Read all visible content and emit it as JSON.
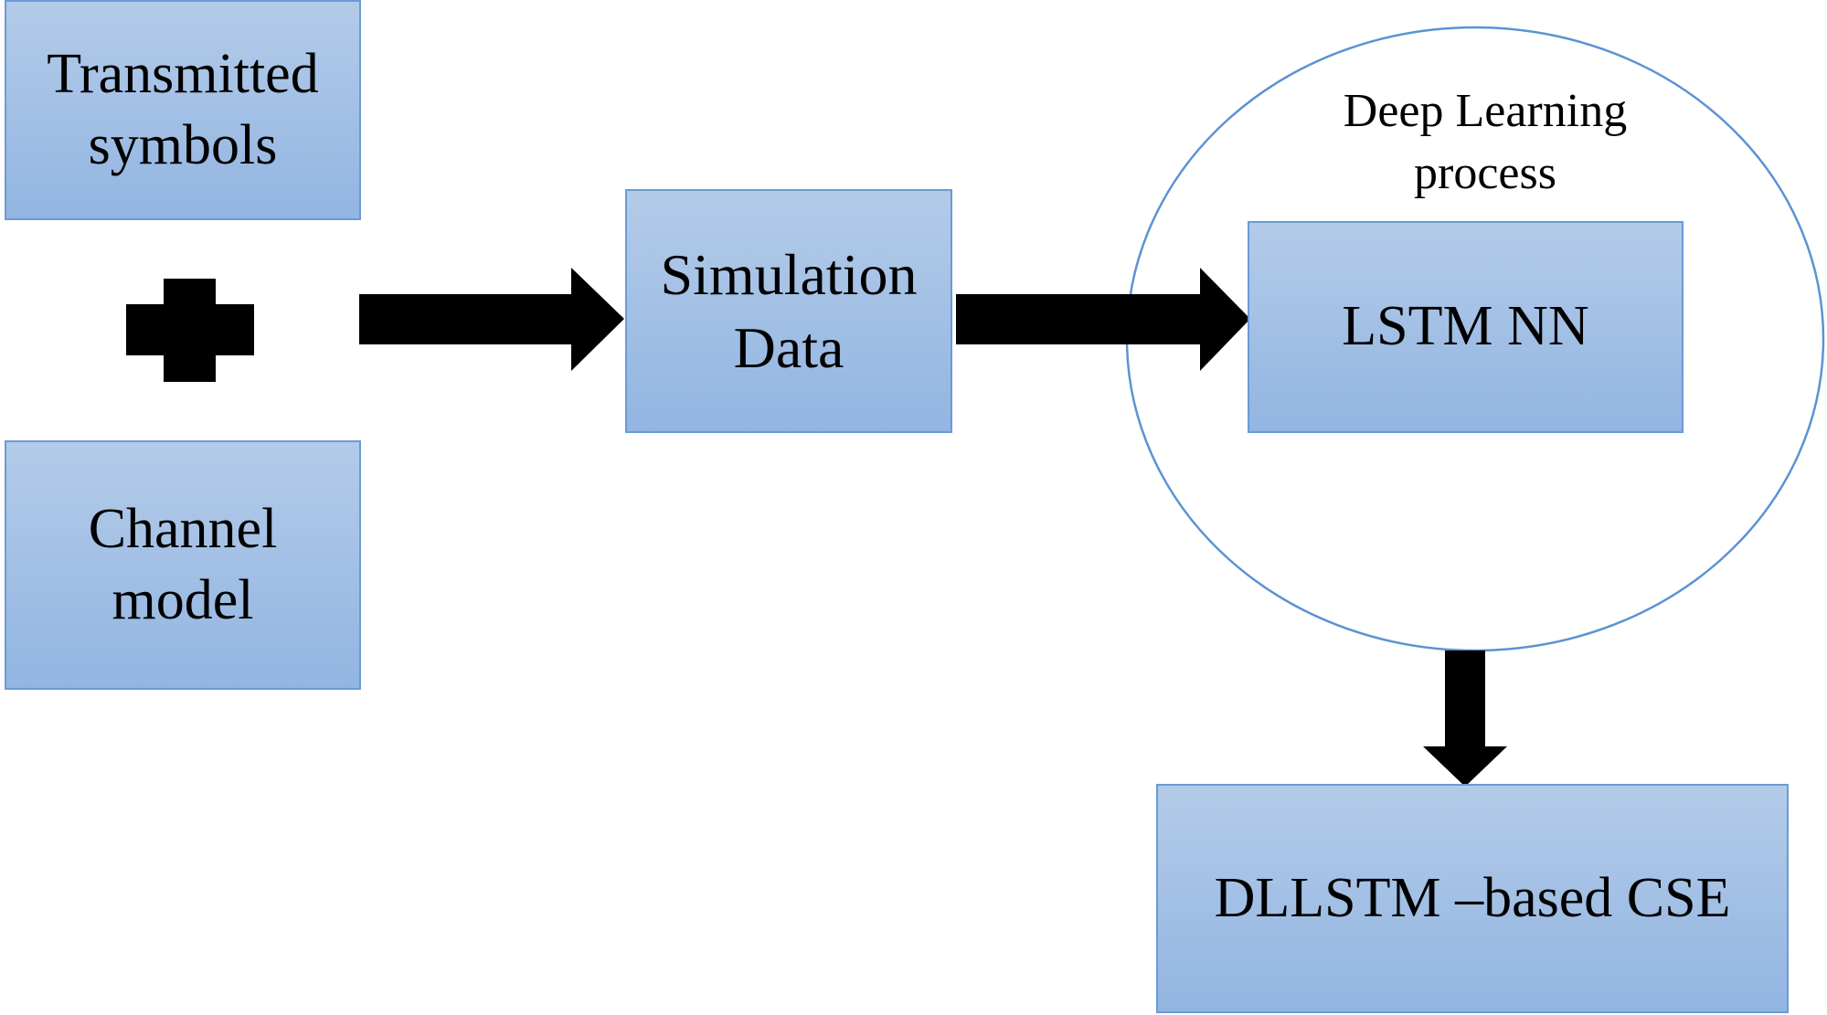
{
  "diagram": {
    "nodes": {
      "transmitted": {
        "lines": [
          "Transmitted",
          "symbols"
        ]
      },
      "channel": {
        "lines": [
          "Channel",
          "model"
        ]
      },
      "simulation": {
        "lines": [
          "Simulation",
          "Data"
        ]
      },
      "lstm": {
        "lines": [
          "LSTM NN"
        ]
      },
      "output": {
        "lines": [
          "DLLSTM –based CSE"
        ]
      }
    },
    "group": {
      "lines": [
        "Deep Learning",
        "process"
      ]
    },
    "operator": "plus",
    "edges": [
      {
        "from": "transmitted+channel",
        "to": "simulation"
      },
      {
        "from": "simulation",
        "to": "lstm"
      },
      {
        "from": "deep-learning-process",
        "to": "output"
      }
    ],
    "colors": {
      "box_fill_top": "#b3cbe8",
      "box_fill_bottom": "#92b5e2",
      "box_border": "#6a9bd6",
      "arrow": "#000000"
    }
  }
}
